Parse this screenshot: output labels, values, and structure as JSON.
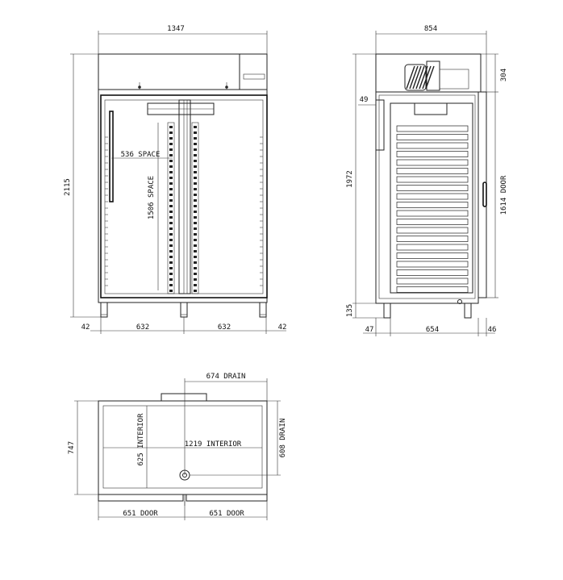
{
  "front_view": {
    "overall_width": "1347",
    "overall_height": "2115",
    "side_left": "42",
    "bay_left": "632",
    "bay_right": "632",
    "side_right": "42",
    "tray_space": "536 SPACE",
    "vertical_space": "1506 SPACE"
  },
  "side_view": {
    "overall_depth": "854",
    "unit_height": "304",
    "top_offset": "49",
    "body_height": "1972",
    "door_height": "1614 DOOR",
    "foot_height": "135",
    "back_offset": "47",
    "body_depth": "654",
    "door_depth": "46"
  },
  "plan_view": {
    "drain_x": "674 DRAIN",
    "overall_depth": "747",
    "interior_depth": "625 INTERIOR",
    "interior_width": "1219 INTERIOR",
    "drain_y": "608 DRAIN",
    "door_left": "651 DOOR",
    "door_right": "651 DOOR"
  },
  "colors": {
    "line": "#222222",
    "background": "#ffffff"
  }
}
